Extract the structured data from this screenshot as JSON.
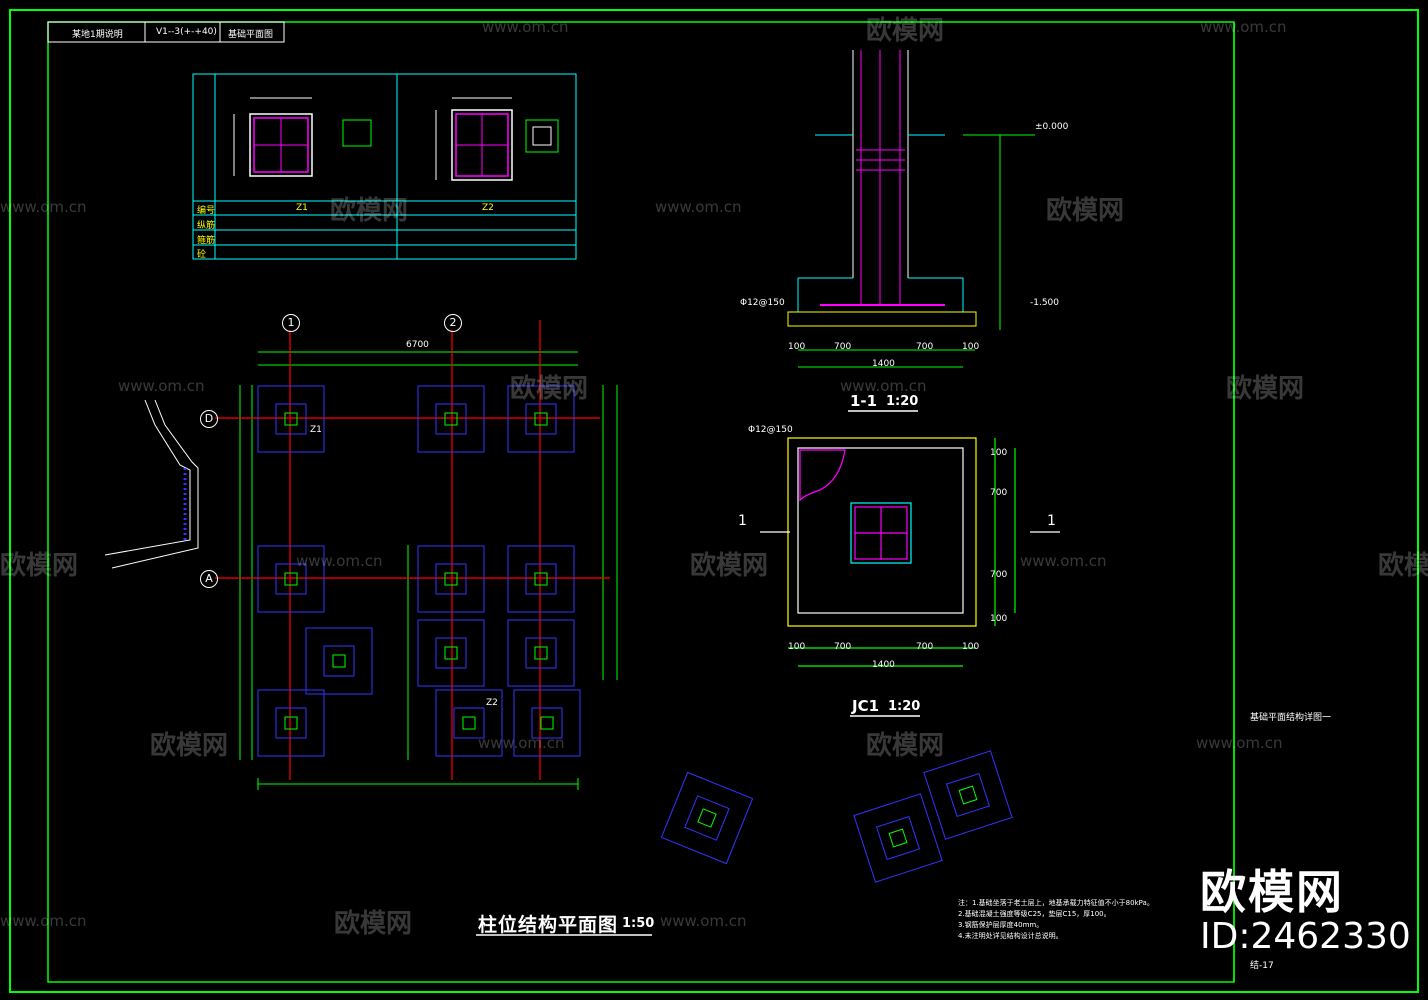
{
  "tabs": [
    "某地1期说明",
    "V1--3(+-+40)",
    "基础平面图"
  ],
  "table": {
    "columns": [
      "Z1",
      "Z2"
    ],
    "rows": [
      "编号",
      "纵筋",
      "箍筋",
      "砼"
    ]
  },
  "drawing_titles": {
    "plan": "柱位结构平面图",
    "plan_scale": "1:50",
    "section": "1-1",
    "section_scale": "1:20",
    "footing": "JC1",
    "footing_scale": "1:20",
    "sheet_name": "基础平面结构详图一",
    "sheet_no": "结-17"
  },
  "axes": [
    "1",
    "2",
    "D",
    "A"
  ],
  "section_markers": [
    "1",
    "1"
  ],
  "dimensions": {
    "top_total": "6700",
    "section_bottom": [
      "100",
      "700",
      "700",
      "100"
    ],
    "section_total": "1400",
    "footing_bottom": [
      "100",
      "700",
      "700",
      "100"
    ],
    "footing_total": "1400",
    "footing_right": [
      "100",
      "700",
      "700",
      "100"
    ]
  },
  "labels": {
    "column_tag": "Z1",
    "column_tag2": "Z2",
    "grade_mark": "±0.000",
    "bottom_mark": "-1.500",
    "rebar_note": "Φ12@150",
    "rebar_note2": "Φ12@150"
  },
  "watermark": {
    "brand": "欧模网",
    "id": "ID:2462330",
    "ghost": "欧模网",
    "url": "www.om.cn"
  },
  "notes": [
    "注：1.基础坐落于老土层上，地基承载力特征值不小于80kPa。",
    "2.基础混凝土强度等级C25，垫层C15，厚100。",
    "3.钢筋保护层厚度40mm。",
    "4.未注明处详见结构设计总说明。"
  ]
}
